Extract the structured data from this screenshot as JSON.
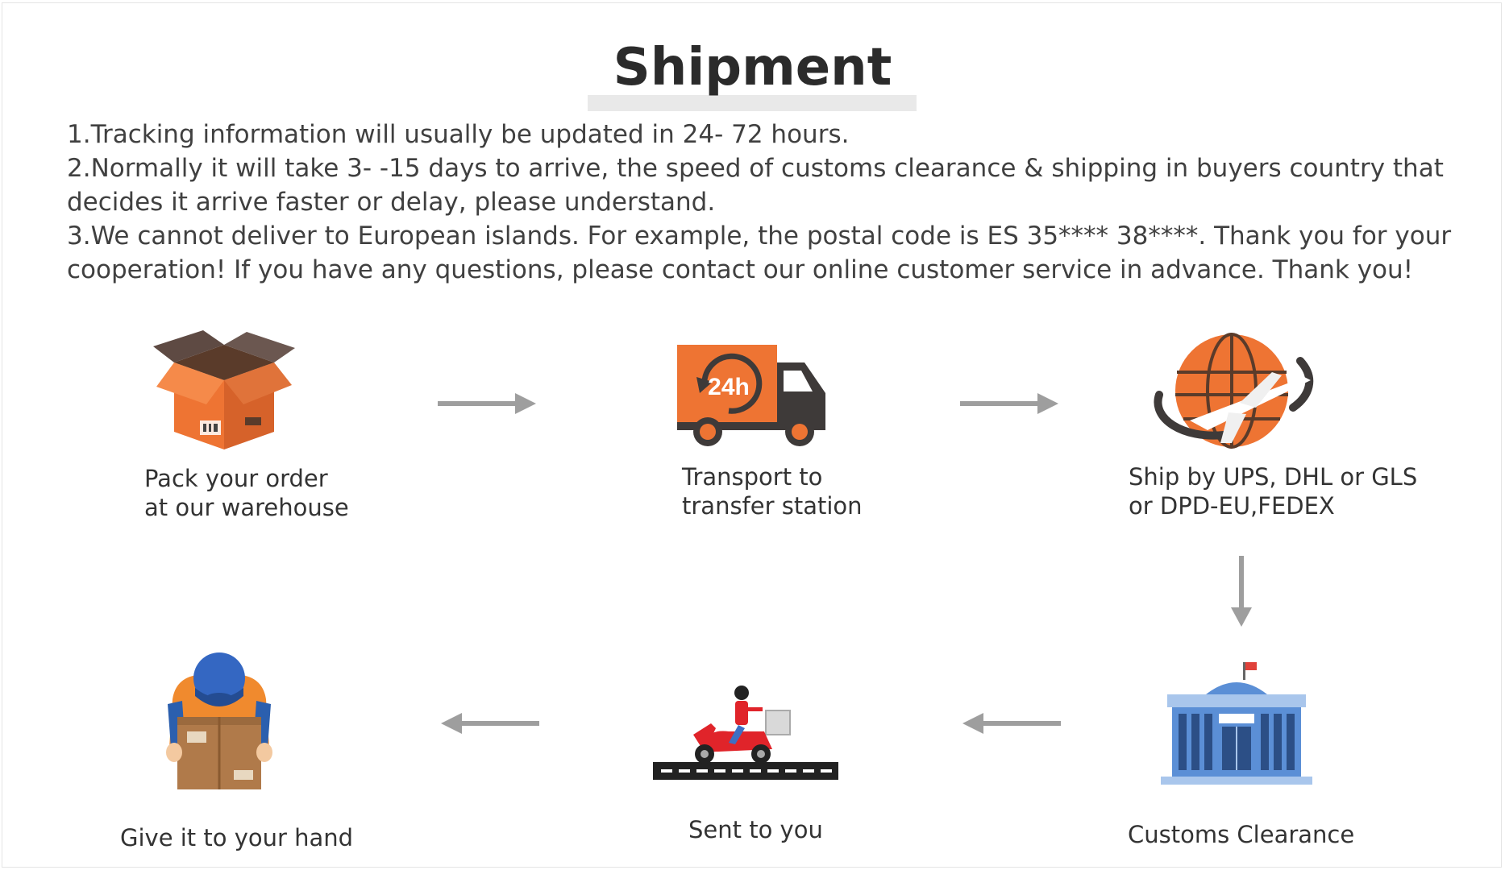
{
  "header": {
    "title": "Shipment"
  },
  "notes": [
    "1.Tracking information will usually be updated in 24- 72 hours.",
    "2.Normally it will take 3- -15 days to arrive, the speed of customs clearance & shipping in buyers country that decides it arrive faster or delay, please understand.",
    "3.We cannot deliver to European islands. For example, the postal code is ES 35**** 38****. Thank you for your cooperation! If you have any questions, please contact our online customer service in advance. Thank you!"
  ],
  "steps": {
    "pack": {
      "line1": "Pack your order",
      "line2": "at our warehouse",
      "icon": "box-icon"
    },
    "transport": {
      "line1": "Transport to",
      "line2": "transfer station",
      "icon": "delivery-truck-icon",
      "badge": "24h"
    },
    "ship": {
      "line1": "Ship by UPS, DHL or GLS",
      "line2": "or DPD-EU,FEDEX",
      "icon": "globe-airplane-icon"
    },
    "customs": {
      "label": "Customs Clearance",
      "icon": "customs-building-icon"
    },
    "sent": {
      "label": "Sent to you",
      "icon": "scooter-courier-icon"
    },
    "hand": {
      "label": "Give it to your hand",
      "icon": "courier-holding-box-icon"
    }
  },
  "colors": {
    "accent": "#ee7433",
    "arrow": "#9e9e9e",
    "dark": "#3e3a39",
    "building": "#5b8fd6"
  }
}
